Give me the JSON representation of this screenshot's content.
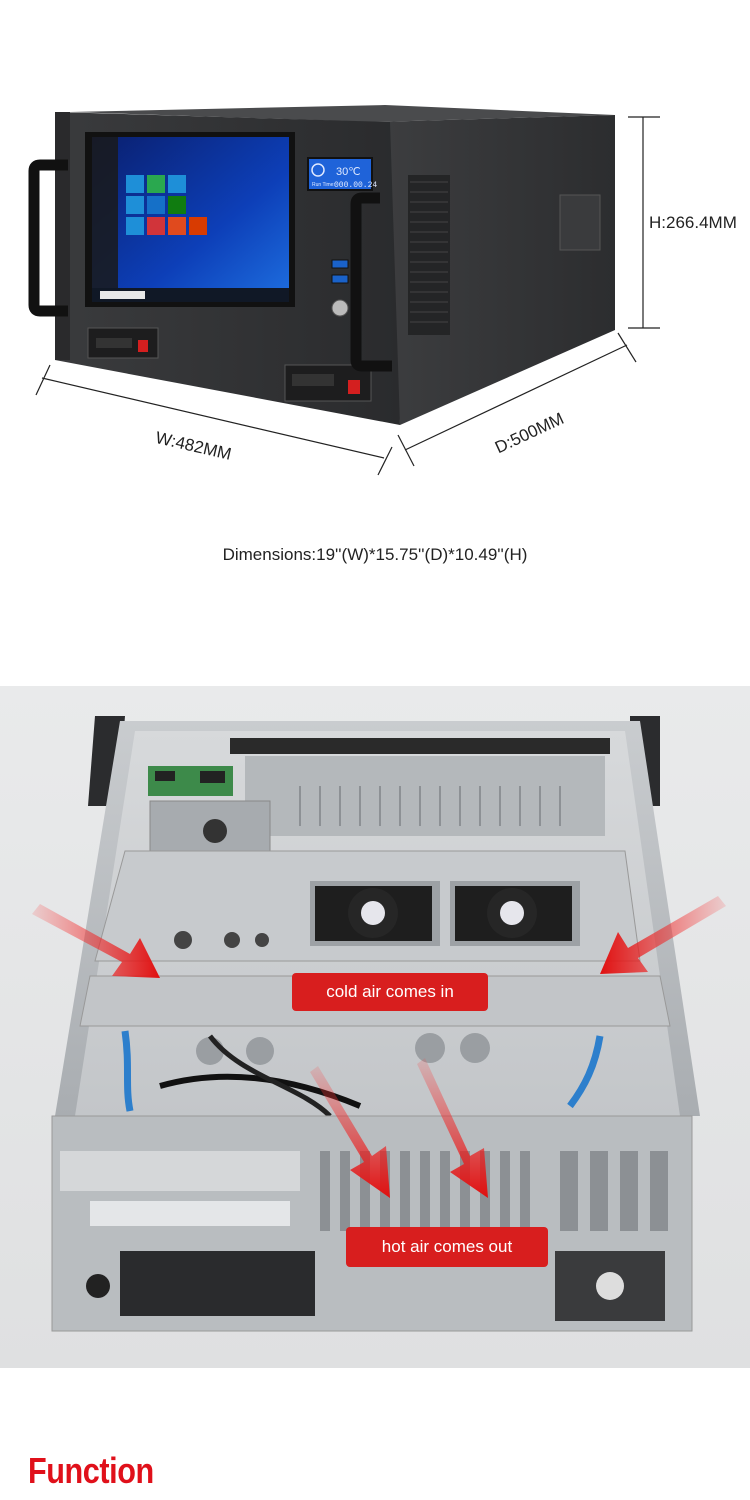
{
  "product_front": {
    "height_label": "H:266.4MM",
    "width_label": "W:482MM",
    "depth_label": "D:500MM",
    "lcd_temp": "30℃",
    "lcd_runtime_label": "Run Time:",
    "lcd_runtime": "000.00.24"
  },
  "dimensions": {
    "text": "Dimensions:19''(W)*15.75''(D)*10.49''(H)"
  },
  "airflow": {
    "cold_label": "cold air comes in",
    "hot_label": "hot air comes out"
  },
  "section": {
    "title": "Function"
  },
  "colors": {
    "accent_red": "#d81e1e",
    "title_red": "#e0101a"
  }
}
